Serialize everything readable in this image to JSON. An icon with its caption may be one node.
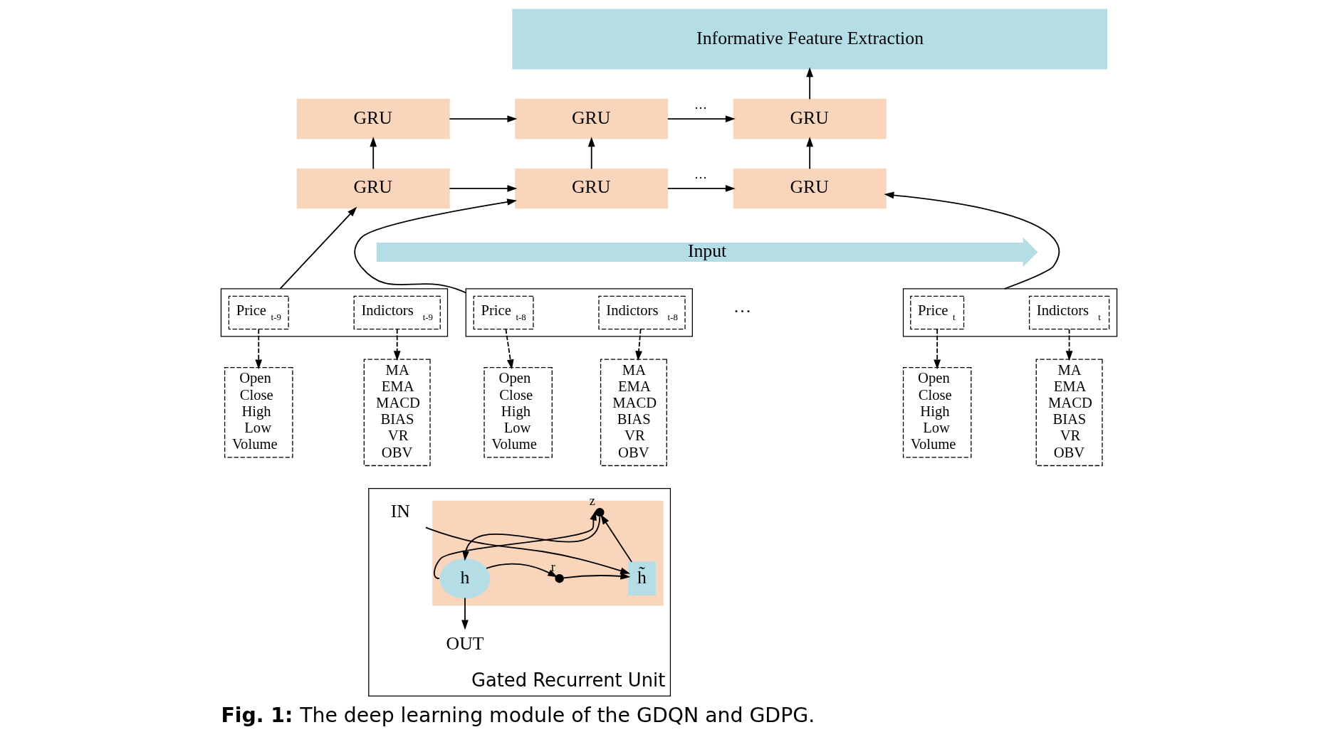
{
  "diagram": {
    "caption": "**Fig. 1:** The deep learning module of the GDQN and GDPG.",
    "nodes": [
      {
        "text": [
          "Informative Feature Extraction"
        ]
      },
      {
        "text": [
          "GRU"
        ]
      },
      {
        "text": [
          "GRU"
        ]
      },
      {
        "text": [
          "GRU"
        ]
      },
      {
        "text": [
          "GRU"
        ]
      },
      {
        "text": [
          "GRU"
        ]
      },
      {
        "text": [
          "GRU"
        ]
      },
      {
        "text": [
          "Input"
        ]
      },
      {
        "text": [],
        "shape": "box"
      },
      {
        "text": [
          "Price$_{t-9}$"
        ],
        "in": 8
      },
      {
        "text": [
          "Indictors$_{t-9}$"
        ],
        "in": 8
      },
      {
        "text": [],
        "shape": "box"
      },
      {
        "text": [
          "Price$_{t-8}$"
        ],
        "in": 11
      },
      {
        "text": [
          "Indictors$_{t-8}$"
        ],
        "in": 11
      },
      {
        "text": [],
        "shape": "box"
      },
      {
        "text": [
          "Price$_{t}$"
        ],
        "in": 14
      },
      {
        "text": [
          "Indictors$_{t}$"
        ],
        "in": 14
      },
      {
        "text": [
          "Open Close High Low Volume"
        ]
      },
      {
        "text": [
          "MA EMA MACD BIAS VR OBV"
        ]
      },
      {
        "text": [
          "Open Close High Low Volume"
        ]
      },
      {
        "text": [
          "MA EMA MACD BIAS VR OBV"
        ]
      },
      {
        "text": [
          "Open Close High Low Volume"
        ]
      },
      {
        "text": [
          "MA EMA MACD BIAS VR OBV"
        ]
      },
      {
        "text": [
          "Gated Recurrent Unit"
        ]
      },
      {
        "text": [],
        "shape": "box",
        "in": 23
      },
      {
        "text": [
          "h"
        ],
        "in": 24
      },
      {
        "text": [
          "h̃"
        ],
        "in": 24
      },
      {
        "text": [
          "z"
        ],
        "in": 24
      },
      {
        "text": [
          "r"
        ],
        "in": 24
      },
      {
        "text": [
          "IN"
        ],
        "in": 23
      },
      {
        "text": [
          "OUT"
        ],
        "in": 23
      }
    ],
    "edges": [
      {
        "from": 1,
        "to": 2,
        "arrow": "to"
      },
      {
        "from": 2,
        "to": 3,
        "label": "···",
        "arrow": "to"
      },
      {
        "from": 4,
        "to": 5,
        "arrow": "to"
      },
      {
        "from": 5,
        "to": 6,
        "label": "···",
        "arrow": "to"
      },
      {
        "from": 4,
        "to": 1,
        "arrow": "to"
      },
      {
        "from": 5,
        "to": 2,
        "arrow": "to"
      },
      {
        "from": 6,
        "to": 3,
        "arrow": "to"
      },
      {
        "from": 3,
        "to": 0,
        "arrow": "to"
      },
      {
        "from": 8,
        "to": 4,
        "arrow": "to"
      },
      {
        "from": 11,
        "to": 5,
        "arrow": "to"
      },
      {
        "from": 14,
        "to": 6,
        "arrow": "to"
      },
      {
        "from": 9,
        "to": 17,
        "arrow": "to",
        "style": "dashed"
      },
      {
        "from": 10,
        "to": 18,
        "arrow": "to",
        "style": "dashed"
      },
      {
        "from": 12,
        "to": 19,
        "arrow": "to",
        "style": "dashed"
      },
      {
        "from": 13,
        "to": 20,
        "arrow": "to",
        "style": "dashed"
      },
      {
        "from": 15,
        "to": 21,
        "arrow": "to",
        "style": "dashed"
      },
      {
        "from": 16,
        "to": 22,
        "arrow": "to",
        "style": "dashed"
      },
      {
        "from": 25,
        "to": 27,
        "arrow": "to"
      },
      {
        "from": 27,
        "to": 25,
        "arrow": "to"
      },
      {
        "from": 25,
        "to": 28,
        "arrow": "to"
      },
      {
        "from": 28,
        "to": 26,
        "arrow": "to"
      },
      {
        "from": 26,
        "to": 27,
        "arrow": "to"
      },
      {
        "from": 29,
        "to": 26,
        "arrow": "to"
      },
      {
        "from": 25,
        "to": 30,
        "arrow": "to"
      }
    ],
    "labels": [
      "···"
    ]
  }
}
